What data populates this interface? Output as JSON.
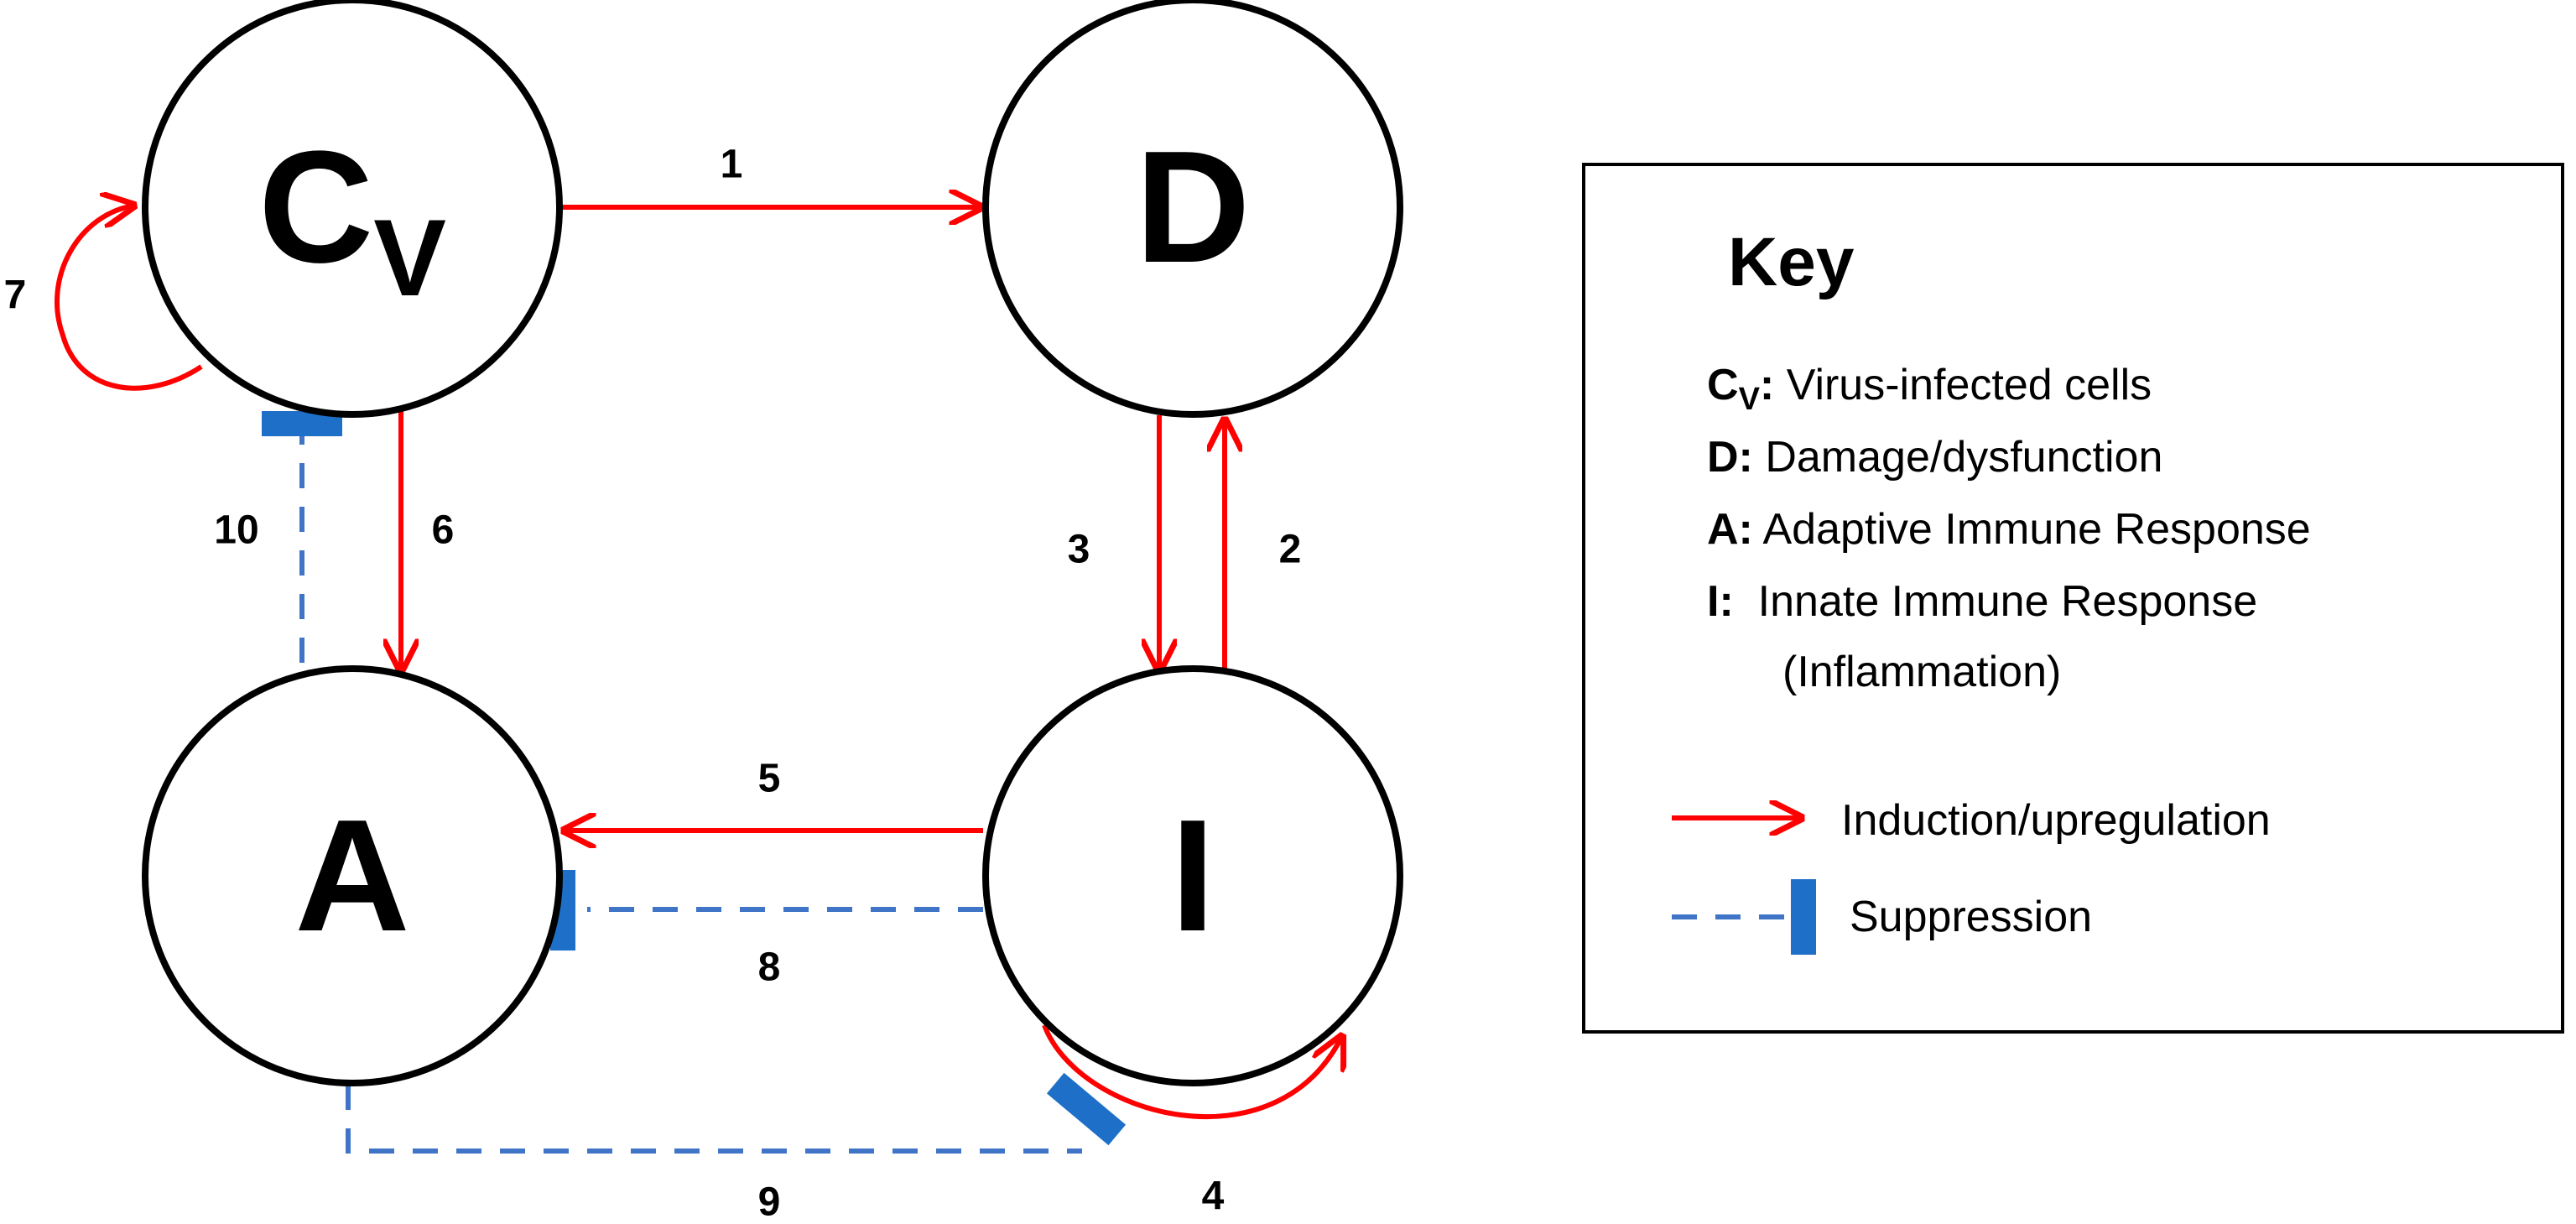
{
  "nodes": {
    "cv": {
      "main": "C",
      "sub": "V"
    },
    "d": {
      "label": "D"
    },
    "a": {
      "label": "A"
    },
    "i": {
      "label": "I"
    }
  },
  "edges": {
    "e1": "1",
    "e2": "2",
    "e3": "3",
    "e4": "4",
    "e5": "5",
    "e6": "6",
    "e7": "7",
    "e8": "8",
    "e9": "9",
    "e10": "10"
  },
  "key": {
    "title": "Key",
    "entries": [
      {
        "term_main": "C",
        "term_sub": "V",
        "term_suffix": ":",
        "desc": " Virus-infected cells"
      },
      {
        "term": "D:",
        "desc": " Damage/dysfunction"
      },
      {
        "term": "A:",
        "desc": " Adaptive Immune Response"
      },
      {
        "term": "I:",
        "desc": "  Innate Immune Response"
      }
    ],
    "entry_continuation": "(Inflammation)",
    "legend_induction": "Induction/upregulation",
    "legend_suppression": "Suppression"
  },
  "colors": {
    "induction": "#ff0000",
    "suppression_line": "#3f74c7",
    "suppression_bar": "#1d6fc8"
  }
}
